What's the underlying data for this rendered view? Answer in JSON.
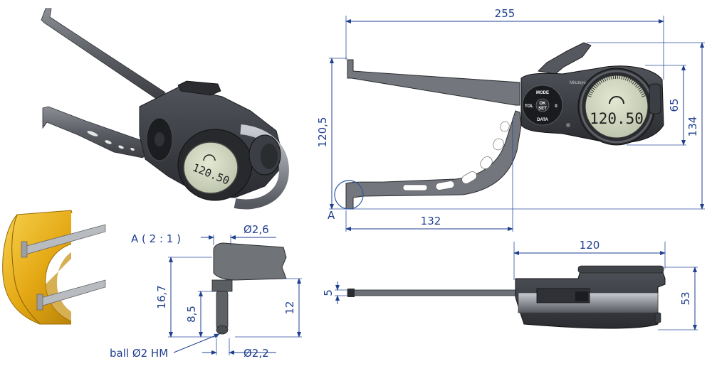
{
  "dimensions": {
    "overall_length": "255",
    "height_left": "120,5",
    "dial_height": "65",
    "total_height": "134",
    "arm_length": "132",
    "body_length": "120",
    "side_height": "53",
    "side_thickness": "5",
    "detail_12": "12",
    "detail_16_7": "16,7",
    "detail_8_5": "8,5",
    "dia_top": "Ø2,6",
    "dia_bottom": "Ø2,2"
  },
  "labels": {
    "detail_marker": "A",
    "detail_title": "A ( 2 : 1 )",
    "ball_note": "ball Ø2 HM"
  },
  "display": {
    "reading_main": "120.50",
    "reading_iso": "120.50",
    "brand": "Mitutoyo"
  },
  "buttons": {
    "mode": "MODE",
    "tol": "TOL",
    "ok": "OK",
    "set": "SET",
    "zero": "0",
    "data": "DATA"
  },
  "colors": {
    "dimension": "#1f3f8f",
    "body_dark": "#3a3d44",
    "lcd_bg": "#d6dcc4",
    "ring_gold": "#e9b01a"
  }
}
